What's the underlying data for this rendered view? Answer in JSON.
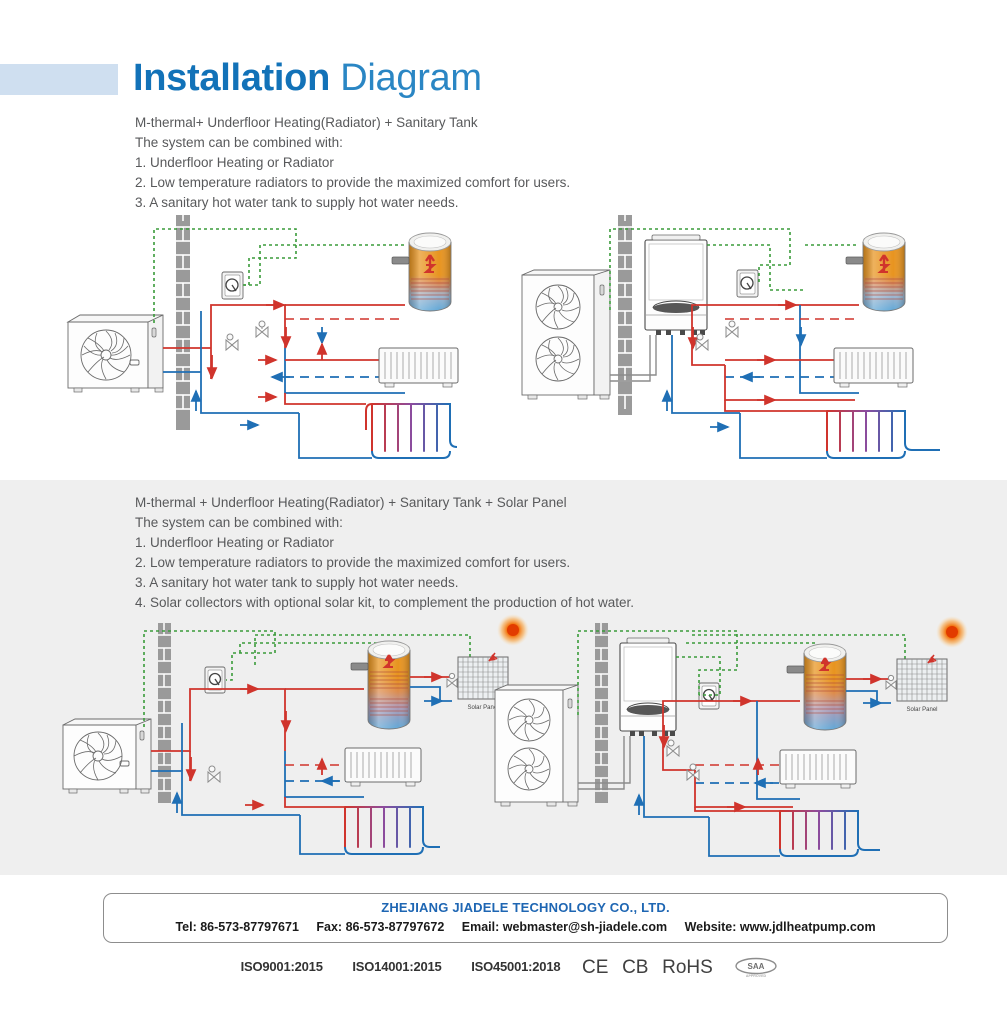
{
  "header": {
    "title_bold": "Installation",
    "title_light": "Diagram",
    "accent_color": "#cfdff0",
    "title_color": "#1272b8"
  },
  "section1": {
    "lines": [
      "M-thermal+ Underfloor Heating(Radiator) + Sanitary Tank",
      "The system can be combined with:",
      "1. Underfloor Heating or Radiator",
      "2. Low temperature radiators to provide the maximized comfort for users.",
      "3. A sanitary hot water tank to supply hot water needs."
    ]
  },
  "section2": {
    "background": "#efefef",
    "lines": [
      "M-thermal + Underfloor Heating(Radiator) + Sanitary Tank + Solar Panel",
      "The system can be combined with:",
      "1. Underfloor Heating or Radiator",
      "2. Low temperature radiators to provide the maximized comfort for users.",
      "3. A sanitary hot water tank to supply hot water needs.",
      "4. Solar collectors with optional solar kit, to complement the production of hot water."
    ]
  },
  "diagram_labels": {
    "solar_panel": "Solar Panel"
  },
  "colors": {
    "hot_pipe": "#d0342c",
    "cold_pipe": "#1f6fb5",
    "control_line": "#3a9b3a",
    "tank_hot": "#e8941f",
    "tank_cold": "#5fa8d8",
    "wall": "#9a9a9a"
  },
  "footer": {
    "company": "ZHEJIANG JIADELE TECHNOLOGY CO., LTD.",
    "tel": "Tel: 86-573-87797671",
    "fax": "Fax: 86-573-87797672",
    "email": "Email: webmaster@sh-jiadele.com",
    "website": "Website: www.jdlheatpump.com",
    "company_color": "#1e66b3"
  },
  "certifications": {
    "iso": [
      "ISO9001:2015",
      "ISO14001:2015",
      "ISO45001:2018"
    ],
    "marks": [
      "CE",
      "CB",
      "RoHS"
    ],
    "saa": "SAA"
  }
}
